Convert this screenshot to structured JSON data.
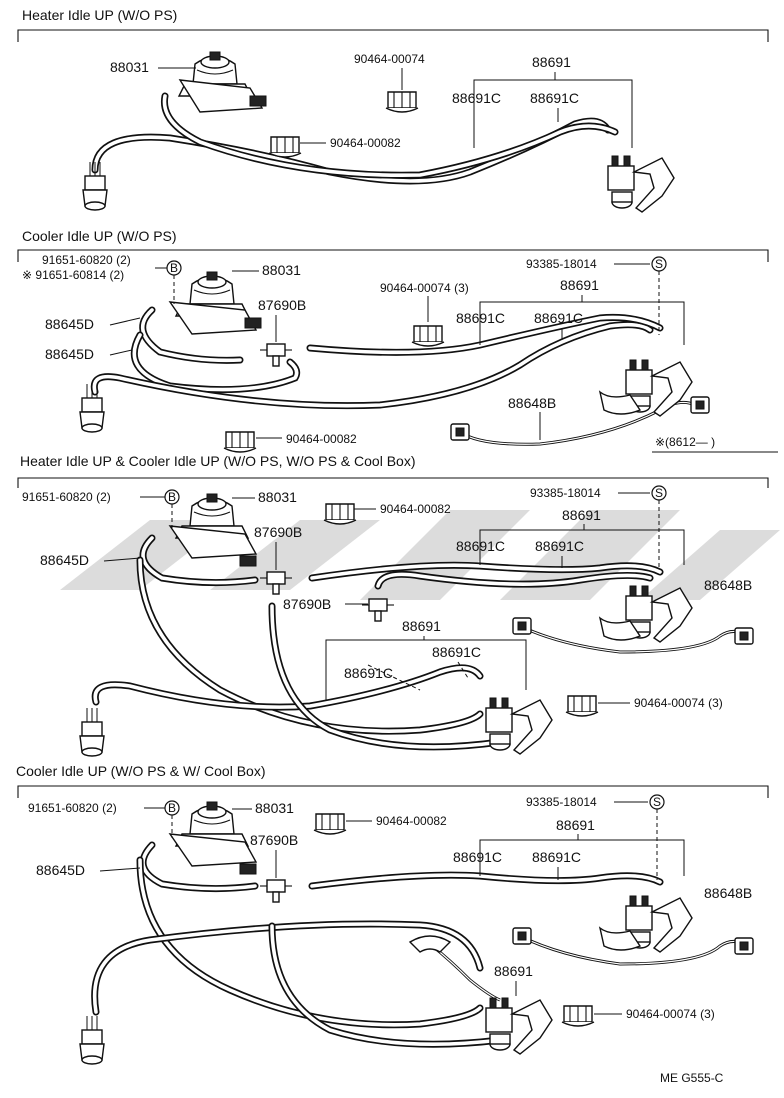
{
  "sections": [
    {
      "title": "Heater Idle UP (W/O PS)",
      "parts": [
        "88031",
        "90464-00074",
        "88691",
        "88691C",
        "88691C",
        "90464-00082"
      ]
    },
    {
      "title": "Cooler Idle UP (W/O PS)",
      "parts": [
        "91651-60820 (2)",
        "※ 91651-60814 (2)",
        "88031",
        "88645D",
        "87690B",
        "88645D",
        "90464-00074 (3)",
        "93385-18014",
        "88691",
        "88691C",
        "88691C",
        "88648B",
        "90464-00082"
      ],
      "markers": [
        "B",
        "S"
      ],
      "note": "※(8612—     )"
    },
    {
      "title": "Heater Idle UP & Cooler Idle UP (W/O PS, W/O PS & Cool Box)",
      "parts": [
        "91651-60820 (2)",
        "88031",
        "90464-00082",
        "93385-18014",
        "88691",
        "88645D",
        "87690B",
        "88691C",
        "88691C",
        "88648B",
        "87690B",
        "88691",
        "88691C",
        "88691C",
        "90464-00074 (3)"
      ],
      "markers": [
        "B",
        "S"
      ]
    },
    {
      "title": "Cooler Idle UP (W/O PS & W/ Cool Box)",
      "parts": [
        "91651-60820 (2)",
        "88031",
        "90464-00082",
        "93385-18014",
        "88691",
        "88645D",
        "87690B",
        "88691C",
        "88691C",
        "88648B",
        "88691",
        "90464-00074 (3)"
      ],
      "markers": [
        "B",
        "S"
      ]
    }
  ],
  "footer_code": "ME  G555-C"
}
